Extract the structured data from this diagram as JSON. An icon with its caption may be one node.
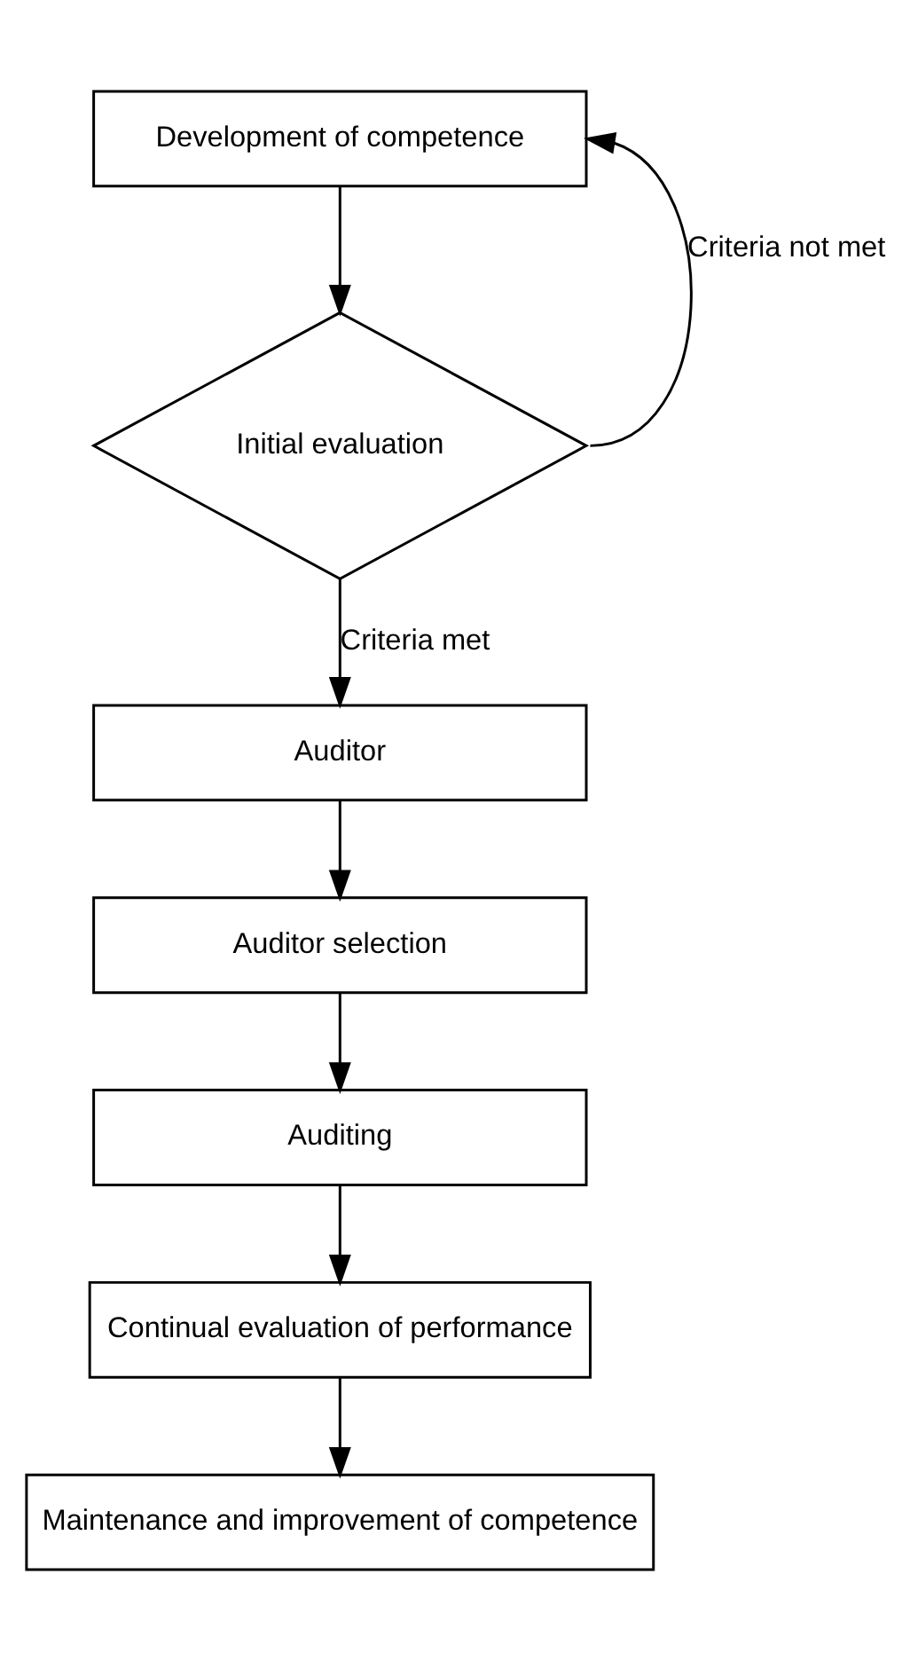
{
  "diagram": {
    "nodes": [
      {
        "text": [
          "Development of competence"
        ]
      },
      {
        "text": [
          "Initial evaluation"
        ]
      },
      {
        "text": [
          "Auditor"
        ]
      },
      {
        "text": [
          "Auditor selection"
        ]
      },
      {
        "text": [
          "Auditing"
        ]
      },
      {
        "text": [
          "Continual evaluation of performance"
        ]
      },
      {
        "text": [
          "Maintenance and improvement of competence"
        ]
      }
    ],
    "edges": [
      {
        "from": 0,
        "to": 1,
        "arrow": "to"
      },
      {
        "from": 1,
        "to": 0,
        "arrow": "to",
        "label": "Criteria not met"
      },
      {
        "from": 1,
        "to": 2,
        "arrow": "to",
        "label": "Criteria met"
      },
      {
        "from": 2,
        "to": 3,
        "arrow": "to"
      },
      {
        "from": 3,
        "to": 4,
        "arrow": "to"
      },
      {
        "from": 4,
        "to": 5,
        "arrow": "to"
      },
      {
        "from": 5,
        "to": 6,
        "arrow": "to"
      }
    ]
  }
}
